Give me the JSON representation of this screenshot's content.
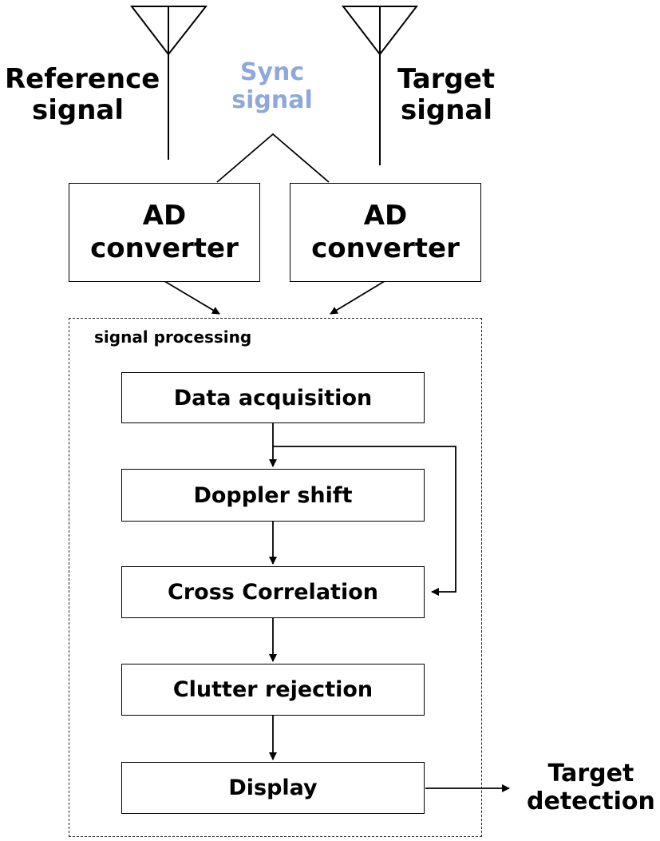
{
  "inputs": {
    "reference": [
      "Reference",
      "signal"
    ],
    "sync": [
      "Sync",
      "signal"
    ],
    "target": [
      "Target",
      "signal"
    ]
  },
  "converters": {
    "left": [
      "AD",
      "converter"
    ],
    "right": [
      "AD",
      "converter"
    ]
  },
  "processing": {
    "label": "signal processing",
    "steps": [
      "Data acquisition",
      "Doppler shift",
      "Cross Correlation",
      "Clutter rejection",
      "Display"
    ]
  },
  "output": [
    "Target",
    "detection"
  ],
  "colors": {
    "sync_text": "#8fa8dc",
    "lines": "#000000"
  }
}
